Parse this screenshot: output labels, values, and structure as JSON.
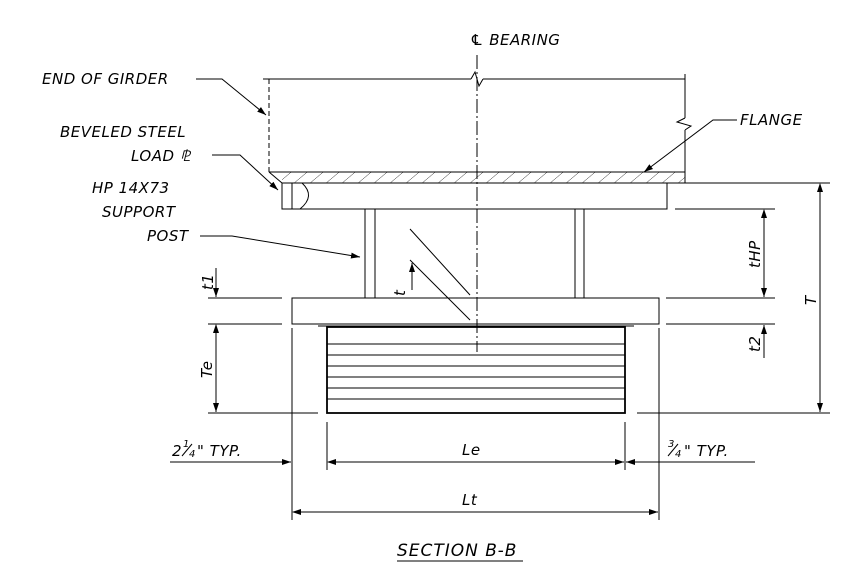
{
  "labels": {
    "centerline": "℄ BEARING",
    "end_of_girder": "END OF GIRDER",
    "beveled_steel": "BEVELED STEEL",
    "load_plate": "LOAD ⅊",
    "flange": "FLANGE",
    "hp_size": "HP 14X73",
    "support": "SUPPORT",
    "post": "POST",
    "t1": "t1",
    "t": "t",
    "thp": "tHP",
    "T": "T",
    "t2": "t2",
    "te": "Te",
    "le": "Le",
    "lt": "Lt",
    "left_typ_whole": "2",
    "left_typ_frac_num": "1",
    "left_typ_frac_den": "4",
    "left_typ_suffix": "\" TYP.",
    "right_typ_frac_num": "3",
    "right_typ_frac_den": "4",
    "right_typ_suffix": "\" TYP.",
    "section_title": "SECTION B-B"
  }
}
